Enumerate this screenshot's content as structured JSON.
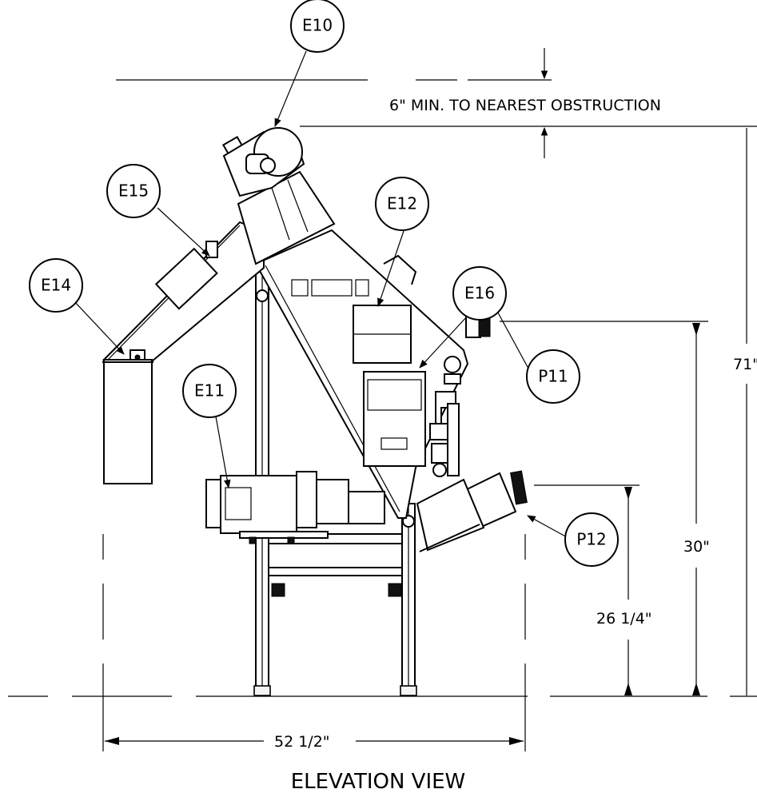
{
  "title": "ELEVATION VIEW",
  "dimensions": {
    "clearance": "6\" MIN. TO NEAREST OBSTRUCTION",
    "overall_height": "71\"",
    "width": "52 1/2\"",
    "inlet_height": "30\"",
    "outlet_height": "26 1/4\""
  },
  "callouts": {
    "e10": "E10",
    "e11": "E11",
    "e12": "E12",
    "e14": "E14",
    "e15": "E15",
    "e16": "E16",
    "p11": "P11",
    "p12": "P12"
  }
}
